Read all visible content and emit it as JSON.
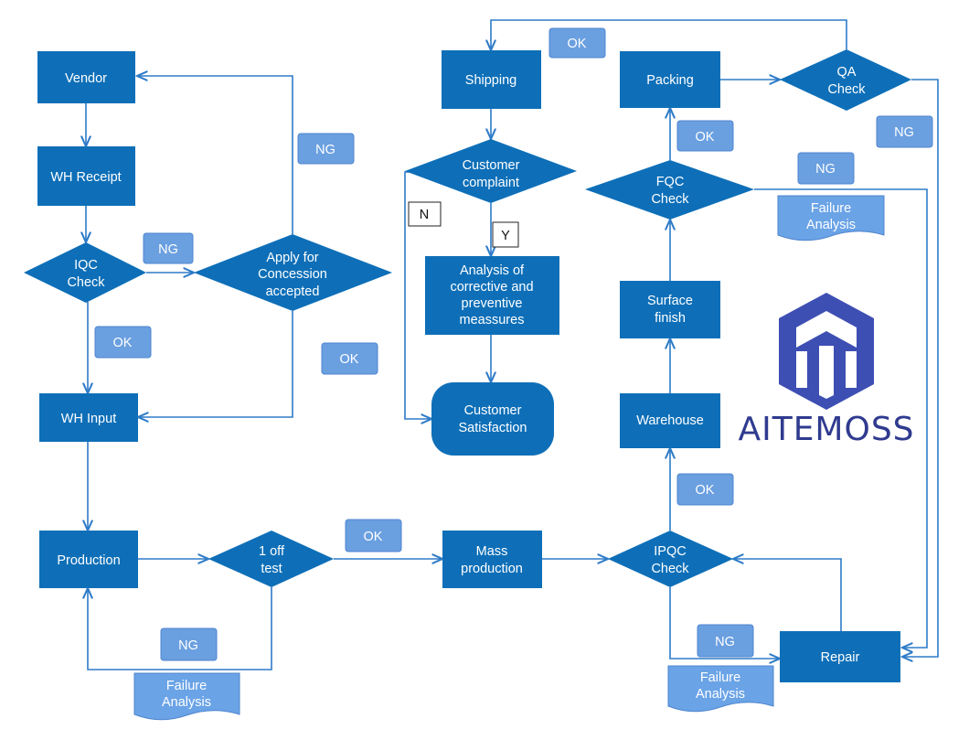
{
  "diagram": {
    "nodes": {
      "vendor": "Vendor",
      "wh_receipt": "WH Receipt",
      "iqc_check": [
        "IQC",
        "Check"
      ],
      "apply_concession": [
        "Apply for",
        "Concession",
        "accepted"
      ],
      "wh_input": "WH Input",
      "production": "Production",
      "one_off_test": [
        "1 off",
        "test"
      ],
      "mass_production": [
        "Mass",
        "production"
      ],
      "ipqc_check": [
        "IPQC",
        "Check"
      ],
      "warehouse": "Warehouse",
      "surface_finish": [
        "Surface",
        "finish"
      ],
      "fqc_check": [
        "FQC",
        "Check"
      ],
      "packing": "Packing",
      "qa_check": [
        "QA",
        "Check"
      ],
      "shipping": "Shipping",
      "customer_complaint": [
        "Customer",
        "complaint"
      ],
      "analysis": [
        "Analysis of",
        "corrective and",
        "preventive",
        "meassures"
      ],
      "customer_satisfaction": [
        "Customer",
        "Satisfaction"
      ],
      "repair": "Repair"
    },
    "tags": {
      "ok_top": "OK",
      "ng_concession": "NG",
      "ng_iqc": "NG",
      "ok_iqc": "OK",
      "ok_concession": "OK",
      "ok_fqc": "OK",
      "ng_fqc": "NG",
      "ng_qa": "NG",
      "ok_ipqc": "OK",
      "ok_test": "OK",
      "ng_test": "NG",
      "ng_ipqc": "NG"
    },
    "failure_docs": {
      "fqc": [
        "Failure",
        "Analysis"
      ],
      "production": [
        "Failure",
        "Analysis"
      ],
      "ipqc": [
        "Failure",
        "Analysis"
      ]
    },
    "branch_labels": {
      "n": "N",
      "y": "Y"
    },
    "brand": "AITEMOSS",
    "colors": {
      "node_fill": "#0e6fb8",
      "tag_fill": "#6a9fe0",
      "doc_fill": "#6aa3e6",
      "edge": "#2e7bc8",
      "brand": "#2f3b8f"
    }
  }
}
